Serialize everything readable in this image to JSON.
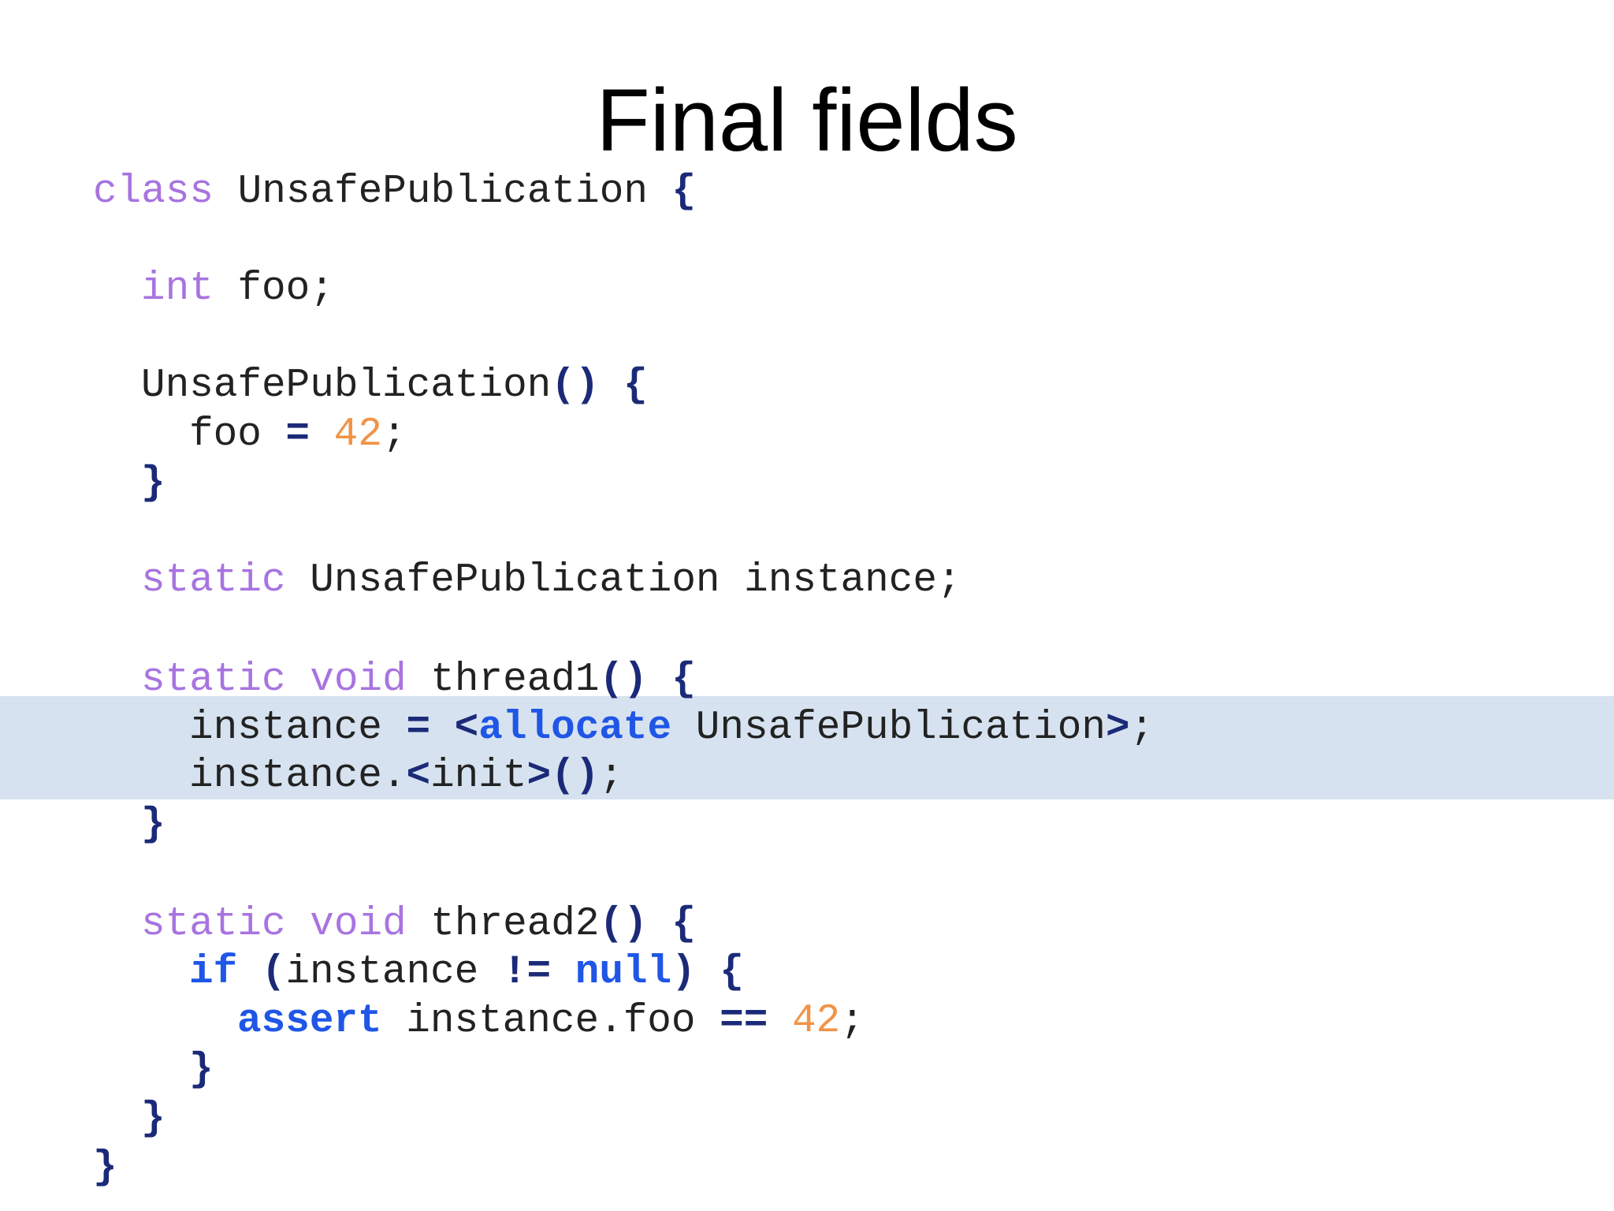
{
  "slide": {
    "title": "Final fields",
    "highlight_color": "#d6e2ef"
  },
  "colors": {
    "keyword": "#a874e0",
    "control_keyword": "#1f56e6",
    "punctuation": "#1b2a78",
    "number": "#f19347",
    "identifier": "#222222"
  },
  "code": {
    "l1": {
      "kw": "class",
      "name": " UnsafePublication ",
      "brace": "{"
    },
    "l2": {
      "kw": "int",
      "rest": " foo;"
    },
    "l3": {
      "name": "UnsafePublication",
      "parens": "()",
      "sp": " ",
      "brace": "{"
    },
    "l4": {
      "lhs": "foo ",
      "op": "=",
      "sp": " ",
      "num": "42",
      "semi": ";"
    },
    "l5": {
      "brace": "}"
    },
    "l6": {
      "kw": "static",
      "rest": " UnsafePublication instance;"
    },
    "l7": {
      "kw1": "static",
      "sp1": " ",
      "kw2": "void",
      "name": " thread1",
      "parens": "()",
      "sp2": " ",
      "brace": "{"
    },
    "l8": {
      "lhs": "instance ",
      "op": "=",
      "sp": " ",
      "lt": "<",
      "alloc": "allocate",
      "type": " UnsafePublication",
      "gt": ">",
      "semi": ";"
    },
    "l9": {
      "obj": "instance.",
      "lt": "<",
      "init": "init",
      "gt": ">",
      "parens": "()",
      "semi": ";"
    },
    "l10": {
      "brace": "}"
    },
    "l11": {
      "kw1": "static",
      "sp1": " ",
      "kw2": "void",
      "name": " thread2",
      "parens": "()",
      "sp2": " ",
      "brace": "{"
    },
    "l12": {
      "kw": "if",
      "sp": " ",
      "lp": "(",
      "expr": "instance ",
      "op": "!=",
      "sp2": " ",
      "nul": "null",
      "rp": ")",
      "sp3": " ",
      "brace": "{"
    },
    "l13": {
      "kw": "assert",
      "expr": " instance.foo ",
      "op": "==",
      "sp": " ",
      "num": "42",
      "semi": ";"
    },
    "l14": {
      "brace": "}"
    },
    "l15": {
      "brace": "}"
    },
    "l16": {
      "brace": "}"
    }
  }
}
